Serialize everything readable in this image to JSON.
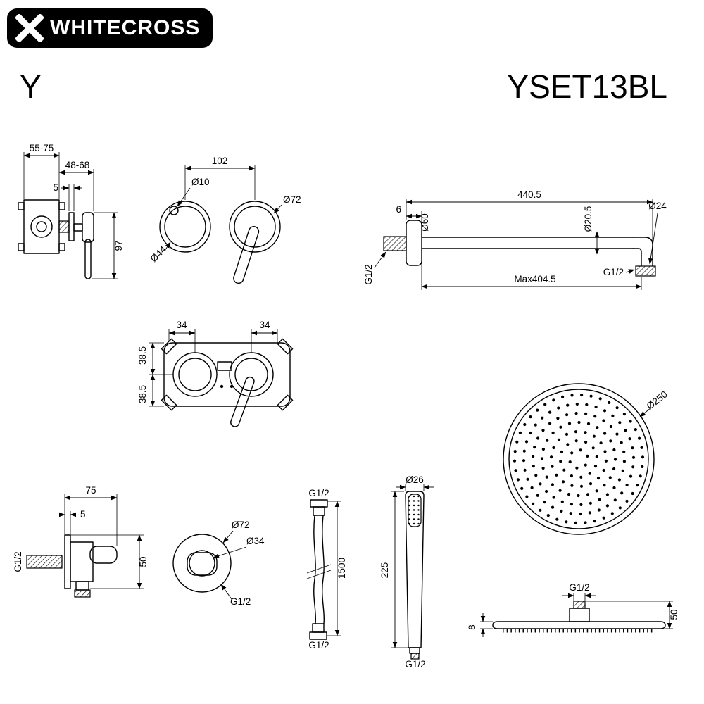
{
  "brand": "WHITECROSS",
  "series": "Y",
  "model": "YSET13BL",
  "accent_color": "#000000",
  "mixer_side": {
    "depth_range": "55-75",
    "plate_thickness": "5",
    "body_range": "48-68",
    "handle_height": "97"
  },
  "mixer_front": {
    "center_distance": "102",
    "screw_diameter": "Ø10",
    "plate_diameter": "Ø72",
    "knob_diameter": "Ø44"
  },
  "arm": {
    "length": "440.5",
    "flange_thickness": "6",
    "flange_diameter": "Ø60",
    "tube_diameter": "Ø20.5",
    "tip_diameter": "Ø24",
    "thread_wall": "G1/2",
    "thread_tip": "G1/2",
    "max_length": "Max404.5"
  },
  "valve": {
    "offset_left": "34",
    "offset_right": "34",
    "offset_top": "38.5",
    "offset_bottom": "38.5"
  },
  "head_top": {
    "diameter": "Ø250"
  },
  "outlet_side": {
    "width": "75",
    "plate_thickness": "5",
    "thread": "G1/2",
    "height": "50"
  },
  "outlet_front": {
    "plate_diameter": "Ø72",
    "hole_diameter": "Ø34",
    "thread": "G1/2"
  },
  "hose": {
    "thread_top": "G1/2",
    "length": "1500",
    "thread_bottom": "G1/2"
  },
  "hand_shower": {
    "head_diameter": "Ø26",
    "length": "225",
    "thread": "G1/2"
  },
  "head_side": {
    "thread": "G1/2",
    "height": "50",
    "thickness": "8"
  }
}
